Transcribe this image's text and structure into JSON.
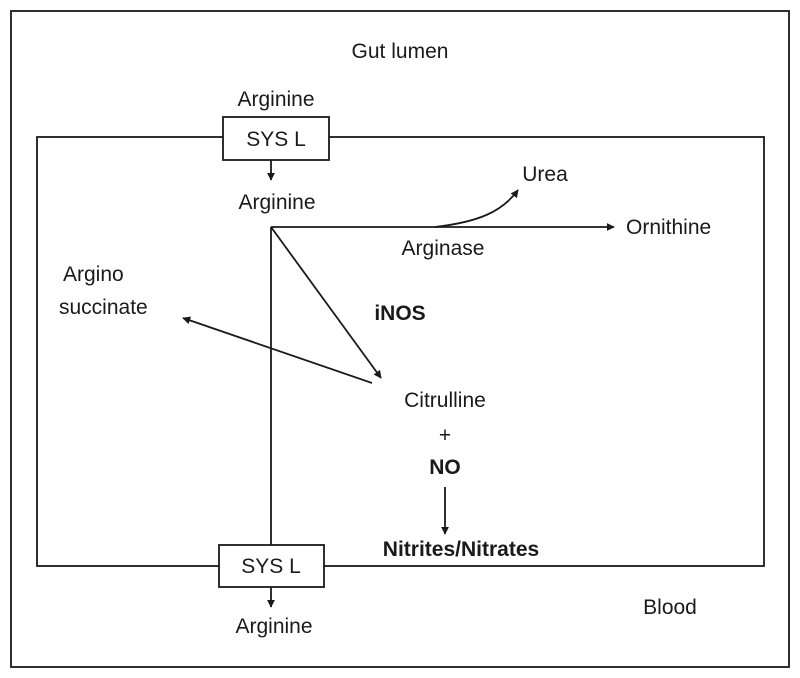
{
  "compartments": {
    "top": "Gut lumen",
    "bottom": "Blood"
  },
  "transporters": {
    "top": "SYS L",
    "bottom": "SYS L"
  },
  "metabolites": {
    "arginine_lumen": "Arginine",
    "arginine_cell": "Arginine",
    "arginine_blood": "Arginine",
    "urea": "Urea",
    "ornithine": "Ornithine",
    "argino_line1": "Argino",
    "argino_line2": "succinate",
    "citrulline": "Citrulline",
    "plus": "+",
    "no": "NO",
    "nitrites": "Nitrites/Nitrates"
  },
  "enzymes": {
    "arginase": "Arginase",
    "inos": "iNOS"
  }
}
